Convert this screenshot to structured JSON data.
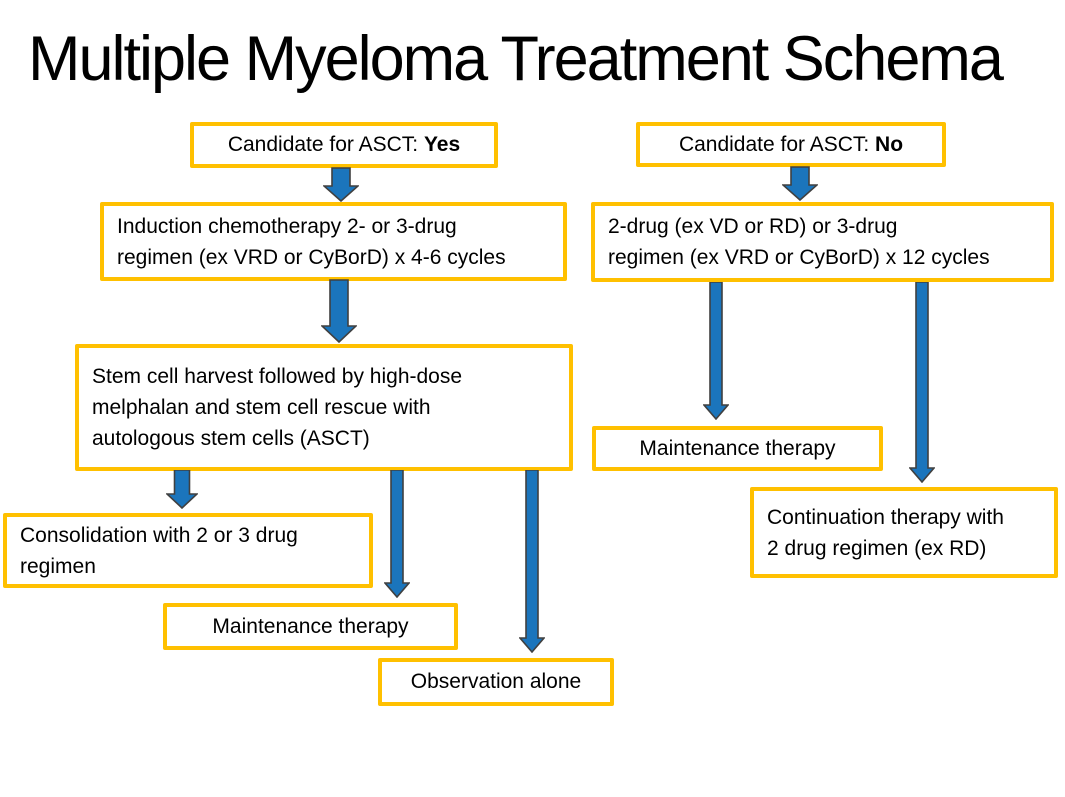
{
  "title": "Multiple Myeloma Treatment Schema",
  "colors": {
    "background": "#FFFFFF",
    "text": "#000000",
    "box_border": "#FFC000",
    "arrow_fill": "#1B75BC",
    "arrow_outline": "#404040"
  },
  "left_branch": {
    "candidate": {
      "prefix": "Candidate for ASCT: ",
      "answer": "Yes"
    },
    "induction": {
      "line1": "Induction chemotherapy 2- or 3-drug",
      "line2": "regimen (ex VRD or CyBorD) x 4-6 cycles"
    },
    "stem_cell": {
      "line1": "Stem cell harvest followed by high-dose",
      "line2": "melphalan and stem cell rescue with",
      "line3": "autologous stem cells (ASCT)"
    },
    "consolidation": {
      "line1": "Consolidation with 2 or 3 drug",
      "line2": "regimen"
    },
    "maintenance": {
      "label": "Maintenance therapy"
    },
    "observation": {
      "label": "Observation alone"
    }
  },
  "right_branch": {
    "candidate": {
      "prefix": "Candidate for ASCT: ",
      "answer": "No"
    },
    "regimen": {
      "line1": "2-drug (ex VD or RD) or 3-drug",
      "line2": "regimen (ex VRD or CyBorD) x 12 cycles"
    },
    "maintenance": {
      "label": "Maintenance therapy"
    },
    "continuation": {
      "line1": "Continuation therapy with",
      "line2": "2 drug regimen (ex RD)"
    }
  },
  "arrows": [
    {
      "from": "candidate_yes",
      "to": "induction"
    },
    {
      "from": "induction",
      "to": "stem_cell_harvest"
    },
    {
      "from": "stem_cell_harvest",
      "to": "consolidation"
    },
    {
      "from": "stem_cell_harvest",
      "to": "maintenance_left"
    },
    {
      "from": "stem_cell_harvest",
      "to": "observation"
    },
    {
      "from": "candidate_no",
      "to": "regimen_12_cycles"
    },
    {
      "from": "regimen_12_cycles",
      "to": "maintenance_right"
    },
    {
      "from": "regimen_12_cycles",
      "to": "continuation"
    }
  ]
}
